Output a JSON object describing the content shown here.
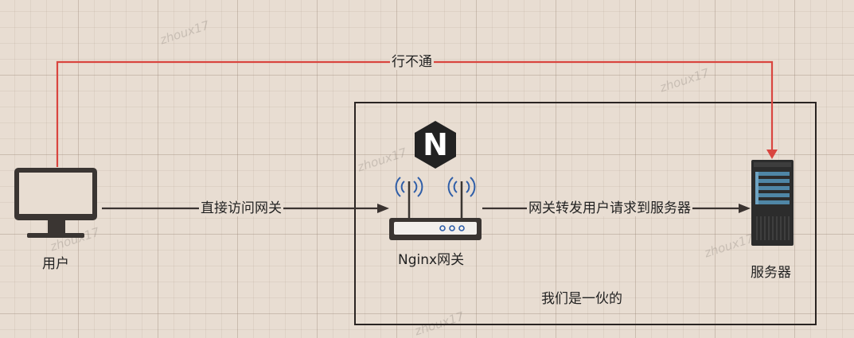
{
  "labels": {
    "red_path": "行不通",
    "direct_access": "直接访问网关",
    "forward": "网关转发用户请求到服务器",
    "group": "我们是一伙的"
  },
  "nodes": {
    "user": "用户",
    "gateway": "Nginx网关",
    "server": "服务器",
    "logo_letter": "N"
  },
  "watermarks": [
    "zhoux17",
    "zhoux17",
    "zhoux17",
    "zhoux17",
    "zhoux17",
    "zhoux17"
  ],
  "colors": {
    "background": "#e8ddd2",
    "red_path": "#d9453f",
    "line": "#333333",
    "logo": "#222222",
    "antenna_wave": "#2f5ea8"
  }
}
